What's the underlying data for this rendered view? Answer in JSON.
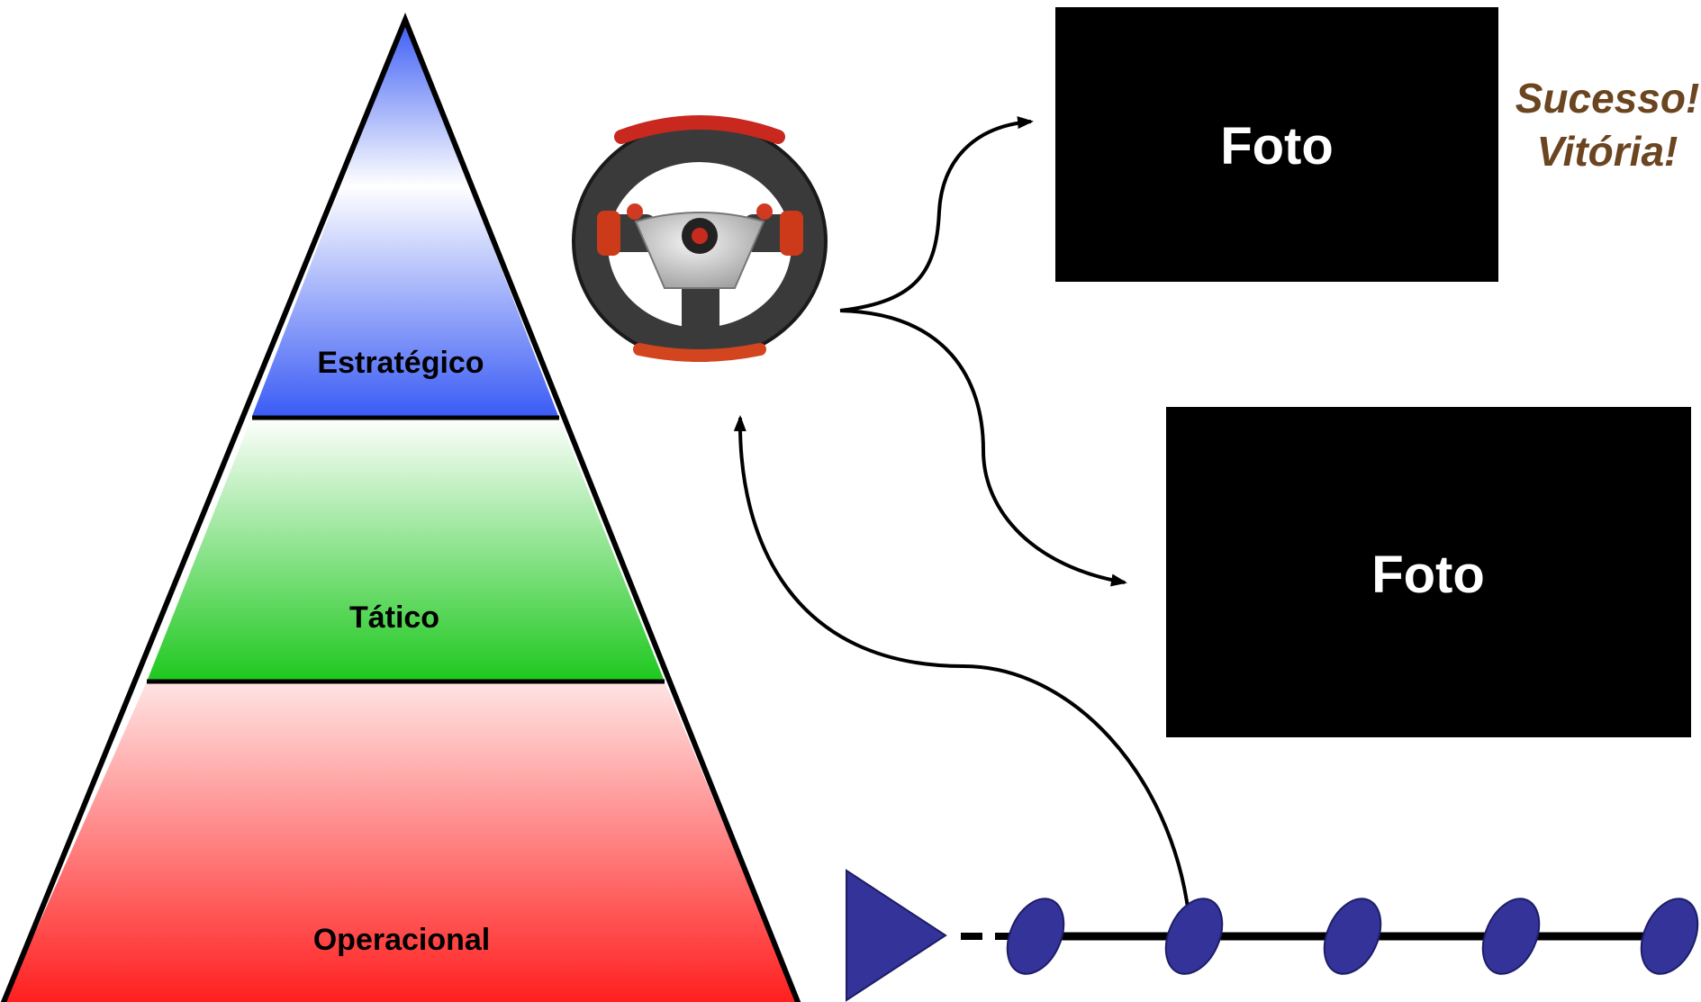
{
  "pyramid": {
    "levels": [
      {
        "label": "Estratégico",
        "colors": {
          "light": "#ffffff",
          "dark": "#3b5cf5"
        }
      },
      {
        "label": "Tático",
        "colors": {
          "light": "#ffffff",
          "dark": "#1ec81e"
        }
      },
      {
        "label": "Operacional",
        "colors": {
          "light": "#ffe4e4",
          "dark": "#ff1a1a"
        }
      }
    ],
    "outline_color": "#000000"
  },
  "steering_wheel": {
    "icon": "steering-wheel-icon"
  },
  "photos": [
    {
      "label": "Foto"
    },
    {
      "label": "Foto"
    }
  ],
  "success": {
    "line1": "Sucesso!",
    "line2": "Vitória!",
    "color": "#6b4420"
  },
  "timeline": {
    "start_marker": "play-triangle-icon",
    "node_count": 5,
    "node_color": "#333399"
  }
}
